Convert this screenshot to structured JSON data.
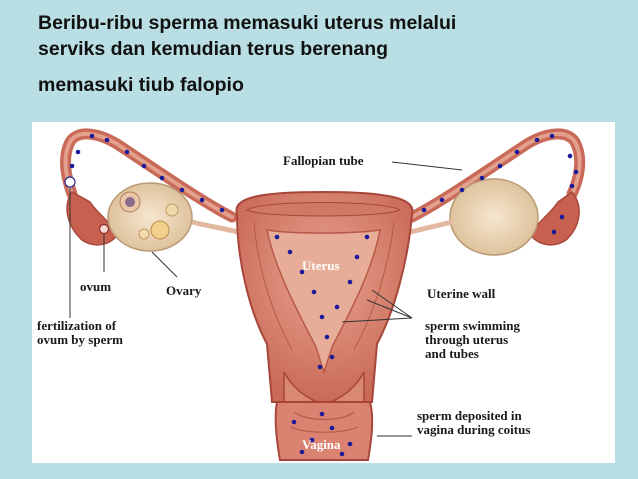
{
  "slide": {
    "title_lines": [
      "Beribu-ribu sperma memasuki uterus melalui",
      "serviks dan kemudian terus berenang",
      "memasuki tiub falopio"
    ]
  },
  "diagram": {
    "labels": {
      "fallopian_tube": "Fallopian tube",
      "uterus": "Uterus",
      "uterine_wall": "Uterine wall",
      "ovum": "ovum",
      "ovary": "Ovary",
      "fertilization_line1": "fertilization of",
      "fertilization_line2": "ovum by sperm",
      "sperm_swim_line1": "sperm swimming",
      "sperm_swim_line2": "through uterus",
      "sperm_swim_line3": "and tubes",
      "sperm_dep_line1": "sperm deposited in",
      "sperm_dep_line2": "vagina during coitus",
      "vagina": "Vagina"
    },
    "colors": {
      "background": "#b9dfe4",
      "tissue": "#d9836e",
      "tissue_dark": "#a8463a",
      "ovary": "#efd7b5",
      "sperm": "#1a1a9a"
    }
  }
}
